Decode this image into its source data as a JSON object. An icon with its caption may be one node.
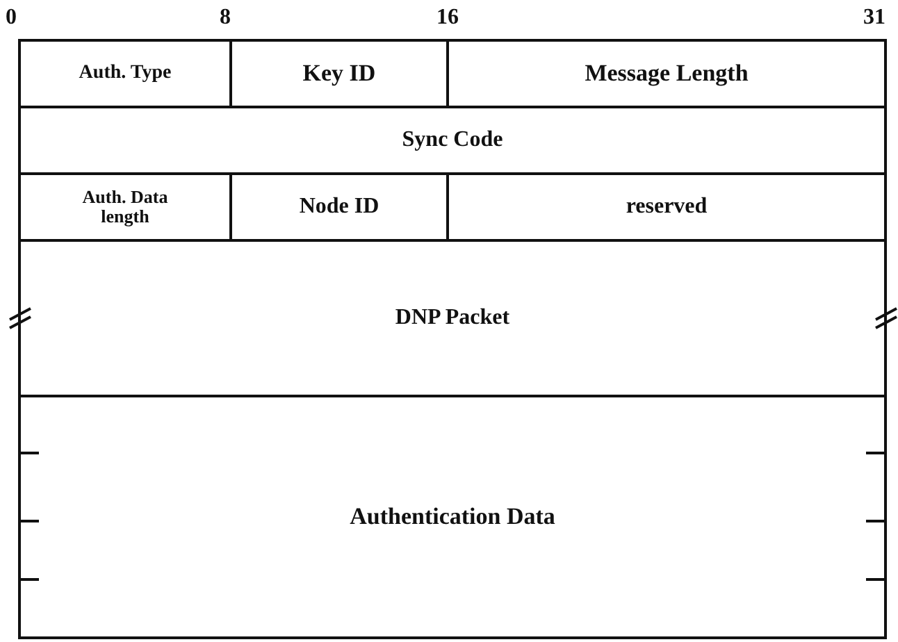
{
  "diagram": {
    "nodes": [
      {
        "text": [
          "Auth. Type"
        ]
      },
      {
        "text": [
          "Key ID"
        ]
      },
      {
        "text": [
          "Message Length"
        ]
      },
      {
        "text": [
          "Sync Code"
        ]
      },
      {
        "text": [
          "Auth. Data length"
        ]
      },
      {
        "text": [
          "Node ID"
        ]
      },
      {
        "text": [
          "reserved"
        ]
      },
      {
        "text": [
          "DNP Packet"
        ]
      },
      {
        "text": [
          "Authentication Data"
        ]
      }
    ],
    "labels": [
      "0",
      "8",
      "16",
      "31"
    ]
  }
}
